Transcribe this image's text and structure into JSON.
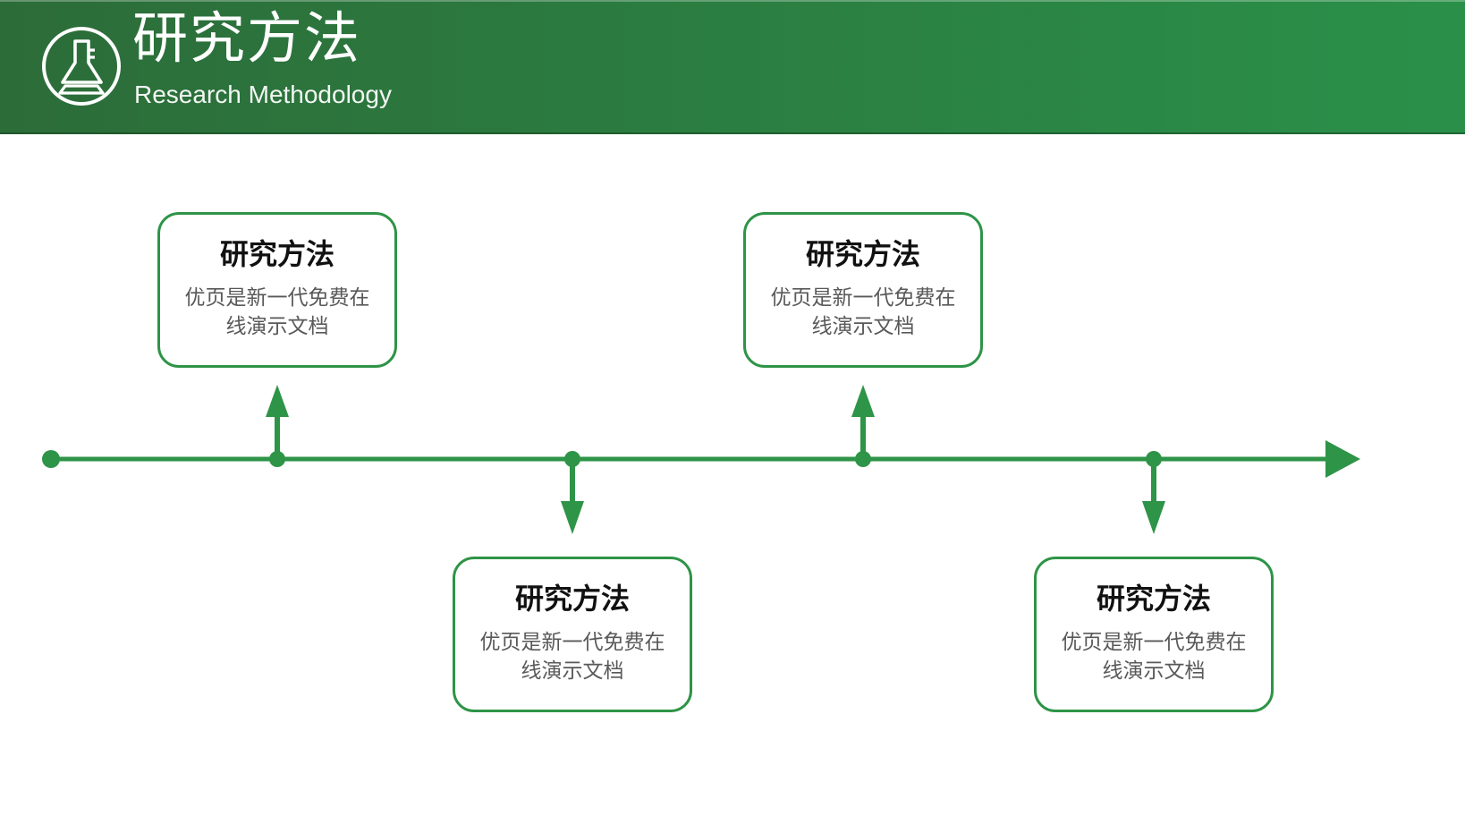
{
  "header": {
    "title": "研究方法",
    "subtitle": "Research Methodology",
    "icon": "flask-icon"
  },
  "colors": {
    "accent_green": "#2E9447",
    "header_gradient_left": "#2C6C39",
    "header_gradient_right": "#2A9049",
    "header_text": "#FFFFFF",
    "card_border": "#2E9447",
    "card_title_text": "#111111",
    "card_body_text": "#595959"
  },
  "timeline": {
    "orientation": "horizontal",
    "direction": "left-to-right",
    "marker_count": 4
  },
  "cards": [
    {
      "title": "研究方法",
      "body": "优页是新一代免费在线演示文档",
      "position": "above-line"
    },
    {
      "title": "研究方法",
      "body": "优页是新一代免费在线演示文档",
      "position": "below-line"
    },
    {
      "title": "研究方法",
      "body": "优页是新一代免费在线演示文档",
      "position": "above-line"
    },
    {
      "title": "研究方法",
      "body": "优页是新一代免费在线演示文档",
      "position": "below-line"
    }
  ]
}
